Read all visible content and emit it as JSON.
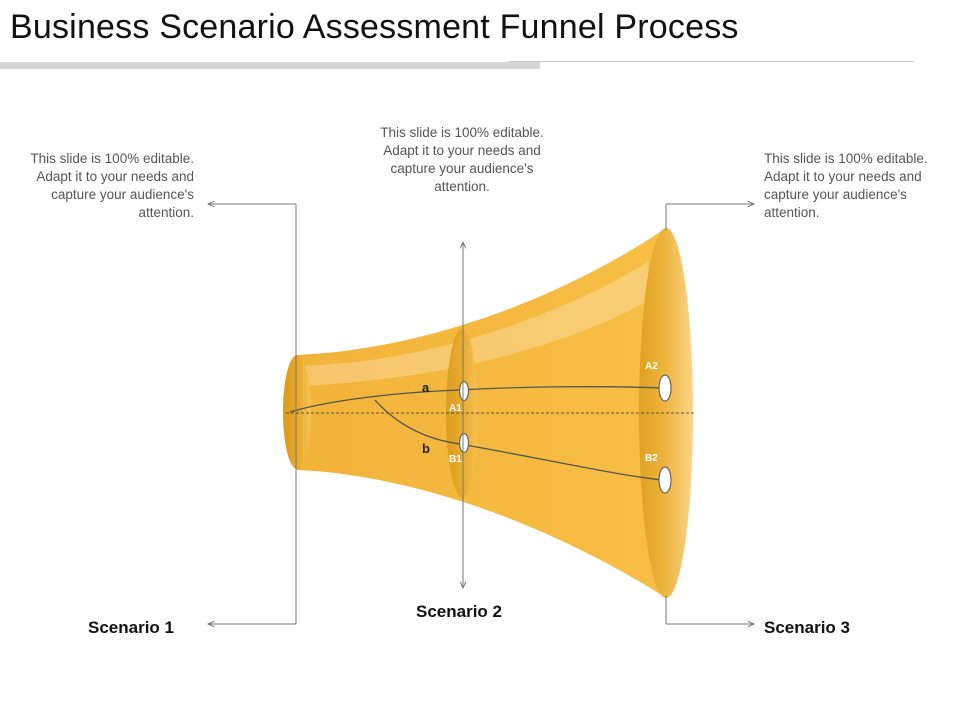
{
  "title": "Business Scenario Assessment Funnel Process",
  "notes": {
    "left": "This slide is 100% editable. Adapt it to your needs and capture your audience's attention.",
    "middle": "This slide is 100% editable. Adapt it to your needs and capture your audience's attention.",
    "right": "This slide is 100% editable. Adapt it to your needs and capture your audience's attention."
  },
  "scenarios": [
    "Scenario 1",
    "Scenario 2",
    "Scenario 3"
  ],
  "paths": {
    "a": "a",
    "b": "b"
  },
  "nodes": {
    "a1": "A1",
    "b1": "B1",
    "a2": "A2",
    "b2": "B2"
  },
  "colors": {
    "funnel": "#F6B93B",
    "funnel_dark": "#D99A1E",
    "connector": "#777777"
  }
}
